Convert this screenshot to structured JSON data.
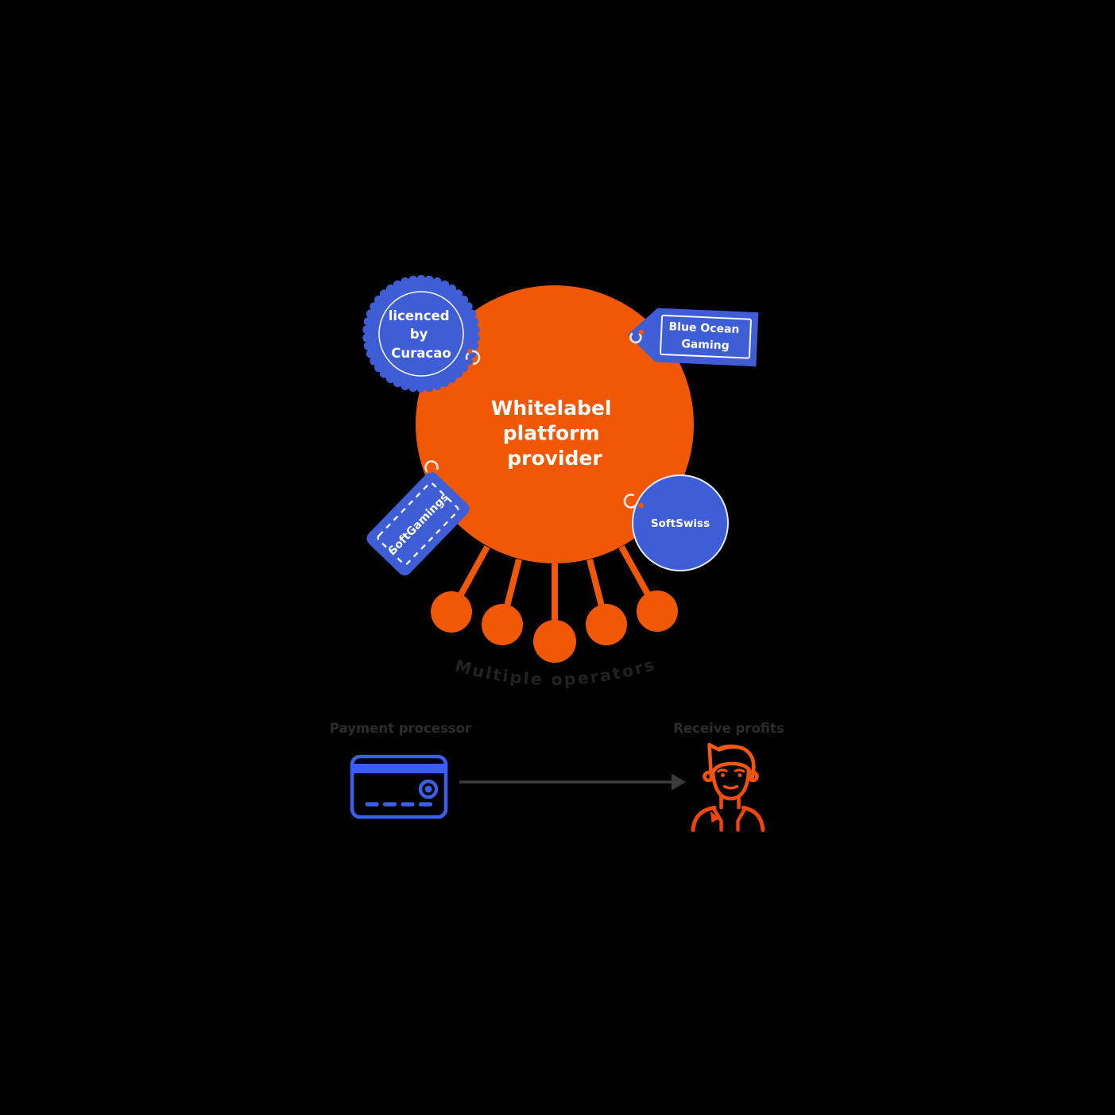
{
  "colors": {
    "orange": "#f15806",
    "blue": "#3f5ed6",
    "card_blue": "#3a60ea",
    "person_top": "#f45a12",
    "person_bottom": "#f04208",
    "dark": "#2c2c2c",
    "operators_text": "#222222",
    "arrow": "#3c3c3c",
    "hook": "#e9e9e9",
    "white": "#ffffff",
    "background": "#000000"
  },
  "platform": {
    "line1": "Whitelabel",
    "line2": "platform",
    "line3": "provider"
  },
  "seal": {
    "line1": "licenced",
    "line2": "by",
    "line3": "Curacao"
  },
  "blue_ocean_tag": {
    "line1": "Blue Ocean",
    "line2": "Gaming"
  },
  "softgamings_tag": {
    "label": "SoftGamings"
  },
  "softswiss_badge": {
    "label": "SoftSwiss"
  },
  "operators": {
    "label": "Multiple operators"
  },
  "payment_processor": {
    "label": "Payment processor"
  },
  "receive_profits": {
    "label": "Receive profits"
  }
}
